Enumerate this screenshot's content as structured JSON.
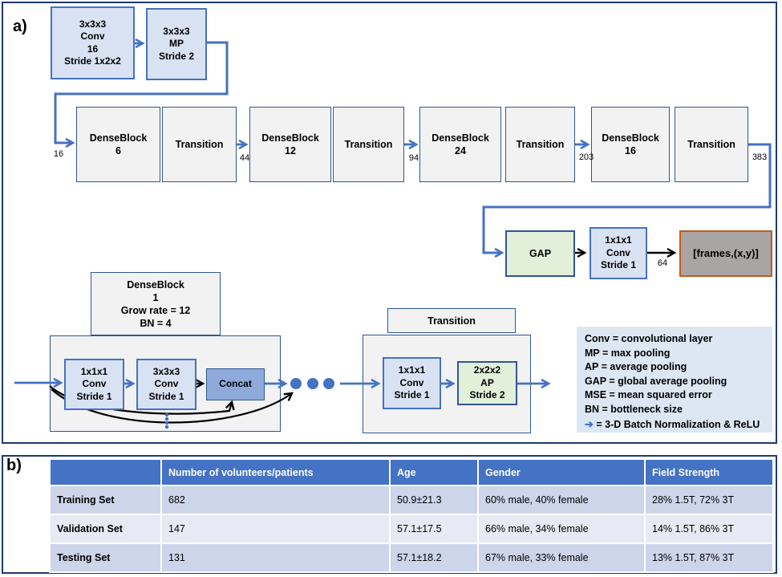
{
  "panel_a": {
    "label": "a)"
  },
  "panel_b": {
    "label": "b)"
  },
  "diagram": {
    "conv1": "3x3x3\nConv\n16\nStride 1x2x2",
    "mp1": "3x3x3\nMP\nStride 2",
    "backbone": [
      {
        "label": "DenseBlock\n6"
      },
      {
        "label": "Transition"
      },
      {
        "label": "DenseBlock\n12"
      },
      {
        "label": "Transition"
      },
      {
        "label": "DenseBlock\n24"
      },
      {
        "label": "Transition"
      },
      {
        "label": "DenseBlock\n16"
      },
      {
        "label": "Transition"
      }
    ],
    "channels": [
      "16",
      "44",
      "94",
      "203",
      "383",
      "64"
    ],
    "gap": "GAP",
    "head_conv": "1x1x1\nConv\nStride 1",
    "output": "[frames,(x,y)]",
    "dense_detail": {
      "header": "DenseBlock\n1\nGrow rate = 12\nBN = 4",
      "conv1": "1x1x1\nConv\nStride 1",
      "conv2": "3x3x3\nConv\nStride 1",
      "concat": "Concat"
    },
    "transition_detail": {
      "header": "Transition",
      "conv": "1x1x1\nConv\nStride 1",
      "ap": "2x2x2\nAP\nStride 2"
    }
  },
  "legend": {
    "lines": [
      "Conv = convolutional layer",
      "MP = max pooling",
      "AP = average pooling",
      "GAP = global average pooling",
      "MSE = mean squared error",
      "BN = bottleneck size"
    ],
    "arrow_symbol": "➔",
    "arrow_text": "= 3-D Batch Normalization & ReLU"
  },
  "colors": {
    "arrow_blue": "#4472C4",
    "box_blue_fill": "#D9E2F3",
    "box_gray_fill": "#F2F2F2",
    "box_green_fill": "#E2EFD9",
    "concat_fill": "#8EAADB",
    "output_fill": "#A9A5A5",
    "output_border": "#C55A11",
    "panel_border": "#1C3A6E",
    "table_header_bg": "#4472C4",
    "table_band_dark": "#CDD5EA",
    "table_band_light": "#E7EAF4"
  },
  "table": {
    "headers": [
      "",
      "Number of volunteers/patients",
      "Age",
      "Gender",
      "Field Strength"
    ],
    "rows": [
      {
        "label": "Training Set",
        "cells": [
          "682",
          "50.9±21.3",
          "60% male, 40% female",
          "28% 1.5T, 72% 3T"
        ]
      },
      {
        "label": "Validation Set",
        "cells": [
          "147",
          "57.1±17.5",
          "66% male, 34% female",
          "14% 1.5T, 86% 3T"
        ]
      },
      {
        "label": "Testing Set",
        "cells": [
          "131",
          "57.1±18.2",
          "67% male, 33% female",
          "13% 1.5T, 87% 3T"
        ]
      }
    ]
  }
}
